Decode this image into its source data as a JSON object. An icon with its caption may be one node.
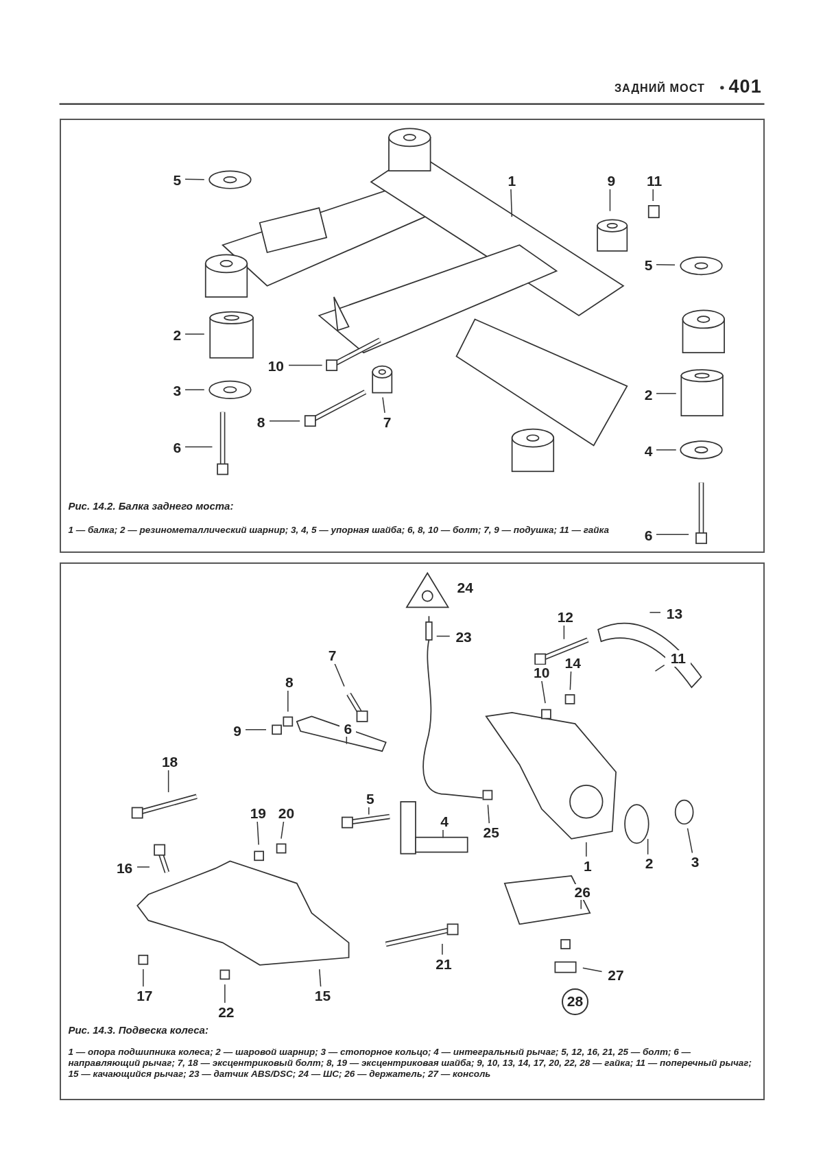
{
  "diagram": {
    "nodes": [
      {
        "text": [
          "Рис. 14.2. Балка заднего моста:",
          "1 — балка; 2 — резинометаллический шарнир; 3, 4, 5 — упорная шайба; 6, 8, 10 — болт; 7, 9 — подушка; 11 — гайка"
        ]
      },
      {
        "text": [
          "5"
        ],
        "in": 0
      },
      {
        "text": [
          "1"
        ],
        "in": 0
      },
      {
        "text": [
          "9"
        ],
        "in": 0
      },
      {
        "text": [
          "11"
        ],
        "in": 0
      },
      {
        "text": [
          "5"
        ],
        "in": 0
      },
      {
        "text": [
          "2"
        ],
        "in": 0
      },
      {
        "text": [
          "10"
        ],
        "in": 0
      },
      {
        "text": [
          "3"
        ],
        "in": 0
      },
      {
        "text": [
          "2"
        ],
        "in": 0
      },
      {
        "text": [
          "8"
        ],
        "in": 0
      },
      {
        "text": [
          "7"
        ],
        "in": 0
      },
      {
        "text": [
          "6"
        ],
        "in": 0
      },
      {
        "text": [
          "4"
        ],
        "in": 0
      },
      {
        "text": [
          "6"
        ],
        "in": 0
      },
      {
        "text": [
          "Рис. 14.3. Подвеска колеса:",
          "1 — опора подшипника колеса; 2 — шаровой шарнир; 3 — стопорное кольцо; 4 — интегральный рычаг; 5, 12, 16, 21, 25 — болт; 6 — направляющий рычаг; 7, 18 — эксцентриковый болт; 8, 19 — эксцентриковая шайба; 9, 10, 13, 14, 17, 20, 22, 28 — гайка; 11 — поперечный рычаг; 15 — качающийся рычаг; 23 — датчик ABS/DSC; 24 — ШС; 26 — держатель; 27 — консоль"
        ]
      },
      {
        "text": [
          "24"
        ],
        "in": 15
      },
      {
        "text": [
          "12"
        ],
        "in": 15
      },
      {
        "text": [
          "13"
        ],
        "in": 15
      },
      {
        "text": [
          "23"
        ],
        "in": 15
      },
      {
        "text": [
          "11"
        ],
        "in": 15
      },
      {
        "text": [
          "7"
        ],
        "in": 15
      },
      {
        "text": [
          "14"
        ],
        "in": 15
      },
      {
        "text": [
          "10"
        ],
        "in": 15
      },
      {
        "text": [
          "8"
        ],
        "in": 15
      },
      {
        "text": [
          "6"
        ],
        "in": 15
      },
      {
        "text": [
          "9"
        ],
        "in": 15
      },
      {
        "text": [
          "18"
        ],
        "in": 15
      },
      {
        "text": [
          "5"
        ],
        "in": 15
      },
      {
        "text": [
          "4"
        ],
        "in": 15
      },
      {
        "text": [
          "19"
        ],
        "in": 15
      },
      {
        "text": [
          "20"
        ],
        "in": 15
      },
      {
        "text": [
          "25"
        ],
        "in": 15
      },
      {
        "text": [
          "3"
        ],
        "in": 15
      },
      {
        "text": [
          "2"
        ],
        "in": 15
      },
      {
        "text": [
          "1"
        ],
        "in": 15
      },
      {
        "text": [
          "16"
        ],
        "in": 15
      },
      {
        "text": [
          "26"
        ],
        "in": 15
      },
      {
        "text": [
          "21"
        ],
        "in": 15
      },
      {
        "text": [
          "27"
        ],
        "in": 15
      },
      {
        "text": [
          "17"
        ],
        "in": 15
      },
      {
        "text": [
          "15"
        ],
        "in": 15
      },
      {
        "text": [
          "28"
        ],
        "in": 15
      },
      {
        "text": [
          "22"
        ],
        "in": 15
      }
    ],
    "edges": [
      {
        "from": 1,
        "to": null,
        "arrow": "none"
      },
      {
        "from": 2,
        "to": null,
        "arrow": "none"
      },
      {
        "from": 3,
        "to": null,
        "arrow": "none"
      },
      {
        "from": 4,
        "to": null,
        "arrow": "none"
      },
      {
        "from": 5,
        "to": null,
        "arrow": "none"
      },
      {
        "from": 6,
        "to": null,
        "arrow": "none"
      },
      {
        "from": 7,
        "to": null,
        "arrow": "none"
      },
      {
        "from": 8,
        "to": null,
        "arrow": "none"
      },
      {
        "from": 9,
        "to": null,
        "arrow": "none"
      },
      {
        "from": 10,
        "to": null,
        "arrow": "none"
      },
      {
        "from": 11,
        "to": null,
        "arrow": "none"
      },
      {
        "from": 12,
        "to": null,
        "arrow": "none"
      },
      {
        "from": 13,
        "to": null,
        "arrow": "none"
      },
      {
        "from": 14,
        "to": null,
        "arrow": "none"
      },
      {
        "from": 17,
        "to": null,
        "arrow": "none"
      },
      {
        "from": 18,
        "to": null,
        "arrow": "none"
      },
      {
        "from": 19,
        "to": null,
        "arrow": "none"
      },
      {
        "from": 20,
        "to": null,
        "arrow": "none"
      },
      {
        "from": 21,
        "to": null,
        "arrow": "none"
      },
      {
        "from": 22,
        "to": null,
        "arrow": "none"
      },
      {
        "from": 23,
        "to": null,
        "arrow": "none"
      },
      {
        "from": 24,
        "to": null,
        "arrow": "none"
      },
      {
        "from": 25,
        "to": null,
        "arrow": "none"
      },
      {
        "from": 26,
        "to": null,
        "arrow": "none"
      },
      {
        "from": 27,
        "to": null,
        "arrow": "none"
      },
      {
        "from": 28,
        "to": null,
        "arrow": "none"
      },
      {
        "from": 29,
        "to": null,
        "arrow": "none"
      },
      {
        "from": 30,
        "to": null,
        "arrow": "none"
      },
      {
        "from": 31,
        "to": null,
        "arrow": "none"
      },
      {
        "from": 32,
        "to": null,
        "arrow": "none"
      },
      {
        "from": 33,
        "to": null,
        "arrow": "none"
      },
      {
        "from": 34,
        "to": null,
        "arrow": "none"
      },
      {
        "from": 35,
        "to": null,
        "arrow": "none"
      },
      {
        "from": 36,
        "to": null,
        "arrow": "none"
      },
      {
        "from": 37,
        "to": null,
        "arrow": "none"
      },
      {
        "from": 38,
        "to": null,
        "arrow": "none"
      },
      {
        "from": 39,
        "to": null,
        "arrow": "none"
      },
      {
        "from": 40,
        "to": null,
        "arrow": "none"
      },
      {
        "from": 41,
        "to": null,
        "arrow": "none"
      },
      {
        "from": 43,
        "to": null,
        "arrow": "none"
      }
    ],
    "labels": [
      "ЗАДНИЙ МОСТ",
      "401"
    ]
  }
}
